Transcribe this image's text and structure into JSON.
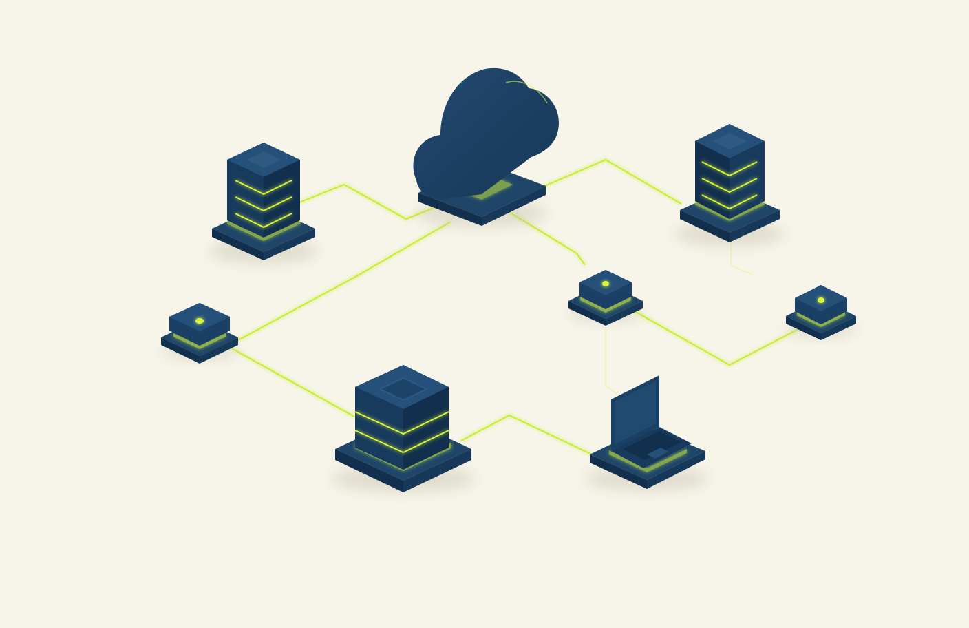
{
  "theme": {
    "background": "#f7f5ea",
    "node_fill": "#1b4065",
    "node_dark": "#12304e",
    "node_side": "#173858",
    "node_top_light": "#2a5479",
    "link_color": "#c6ec2e",
    "glow_color": "#d6f53a"
  },
  "nodes": [
    {
      "id": "cloud-hub",
      "kind": "cloud",
      "icon": "cloud-icon"
    },
    {
      "id": "server-rack-left",
      "kind": "server-rack",
      "icon": "server-rack-icon"
    },
    {
      "id": "server-rack-right",
      "kind": "server-rack",
      "icon": "server-rack-icon"
    },
    {
      "id": "database-stack",
      "kind": "database",
      "icon": "database-icon"
    },
    {
      "id": "laptop-client",
      "kind": "laptop",
      "icon": "laptop-icon"
    },
    {
      "id": "edge-node-left",
      "kind": "edge-device",
      "icon": "sensor-node-icon"
    },
    {
      "id": "edge-node-center",
      "kind": "edge-device",
      "icon": "sensor-node-icon"
    },
    {
      "id": "edge-node-right",
      "kind": "edge-device",
      "icon": "sensor-node-icon"
    }
  ],
  "links": [
    {
      "from": "server-rack-left",
      "to": "cloud-hub"
    },
    {
      "from": "cloud-hub",
      "to": "server-rack-right"
    },
    {
      "from": "cloud-hub",
      "to": "edge-node-center"
    },
    {
      "from": "cloud-hub",
      "to": "edge-node-left"
    },
    {
      "from": "edge-node-left",
      "to": "database-stack"
    },
    {
      "from": "database-stack",
      "to": "laptop-client"
    },
    {
      "from": "edge-node-center",
      "to": "edge-node-right"
    },
    {
      "from": "edge-node-center",
      "to": "laptop-client"
    }
  ]
}
